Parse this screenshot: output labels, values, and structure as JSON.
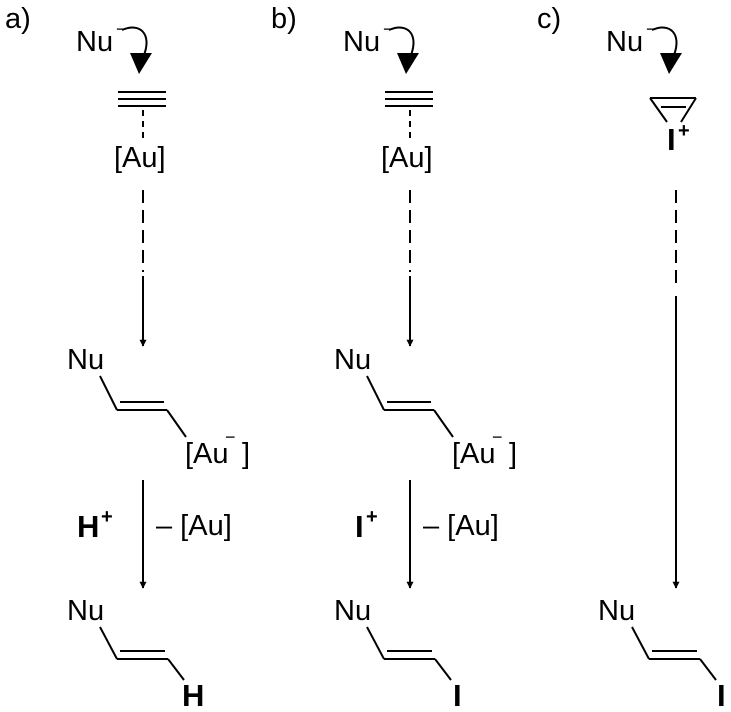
{
  "panels": [
    {
      "label": "a)",
      "nucleophile": "Nu",
      "nucleophile_charge": "−",
      "gold": "[Au]",
      "intermediate_nu": "Nu",
      "intermediate_gold": "[Au",
      "intermediate_gold_charge": "−",
      "intermediate_gold_close": "]",
      "reagent": "H",
      "reagent_charge": "+",
      "condition": "– [Au]",
      "product_nu": "Nu",
      "product_end": "H"
    },
    {
      "label": "b)",
      "nucleophile": "Nu",
      "nucleophile_charge": "−",
      "gold": "[Au]",
      "intermediate_nu": "Nu",
      "intermediate_gold": "[Au",
      "intermediate_gold_charge": "−",
      "intermediate_gold_close": "]",
      "reagent": "I",
      "reagent_charge": "+",
      "condition": "– [Au]",
      "product_nu": "Nu",
      "product_end": "I"
    },
    {
      "label": "c)",
      "nucleophile": "Nu",
      "nucleophile_charge": "−",
      "iodonium": "I",
      "iodonium_charge": "+",
      "product_nu": "Nu",
      "product_end": "I"
    }
  ]
}
